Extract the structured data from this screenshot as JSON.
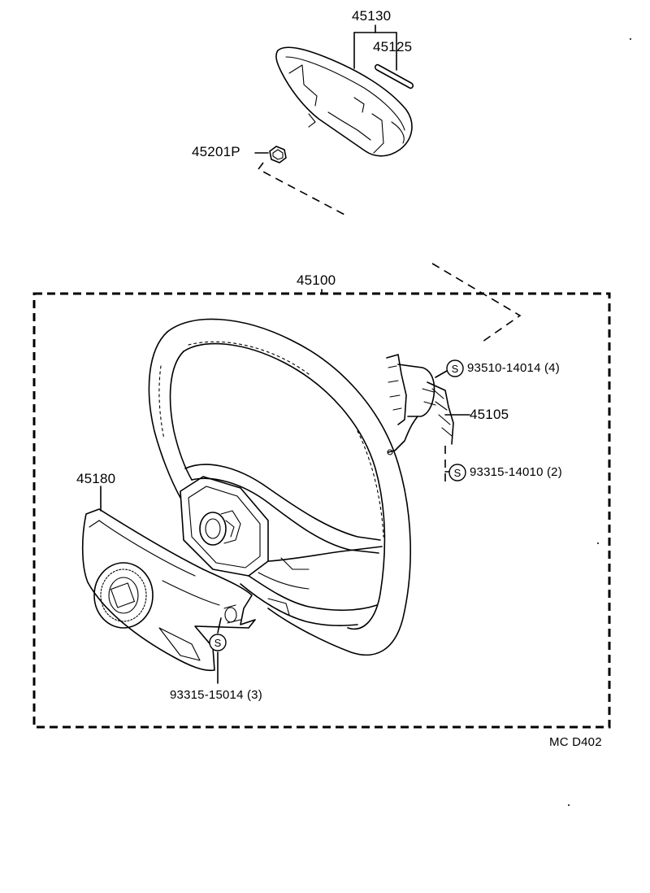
{
  "diagram": {
    "code": "MC D402",
    "parts": {
      "p45130": "45130",
      "p45125": "45125",
      "p45201P": "45201P",
      "p45100": "45100",
      "p93510": "93510-14014 (4)",
      "p45105": "45105",
      "p93315_14010": "93315-14010 (2)",
      "p45180": "45180",
      "p93315_15014": "93315-15014 (3)"
    },
    "symbol": "S"
  }
}
